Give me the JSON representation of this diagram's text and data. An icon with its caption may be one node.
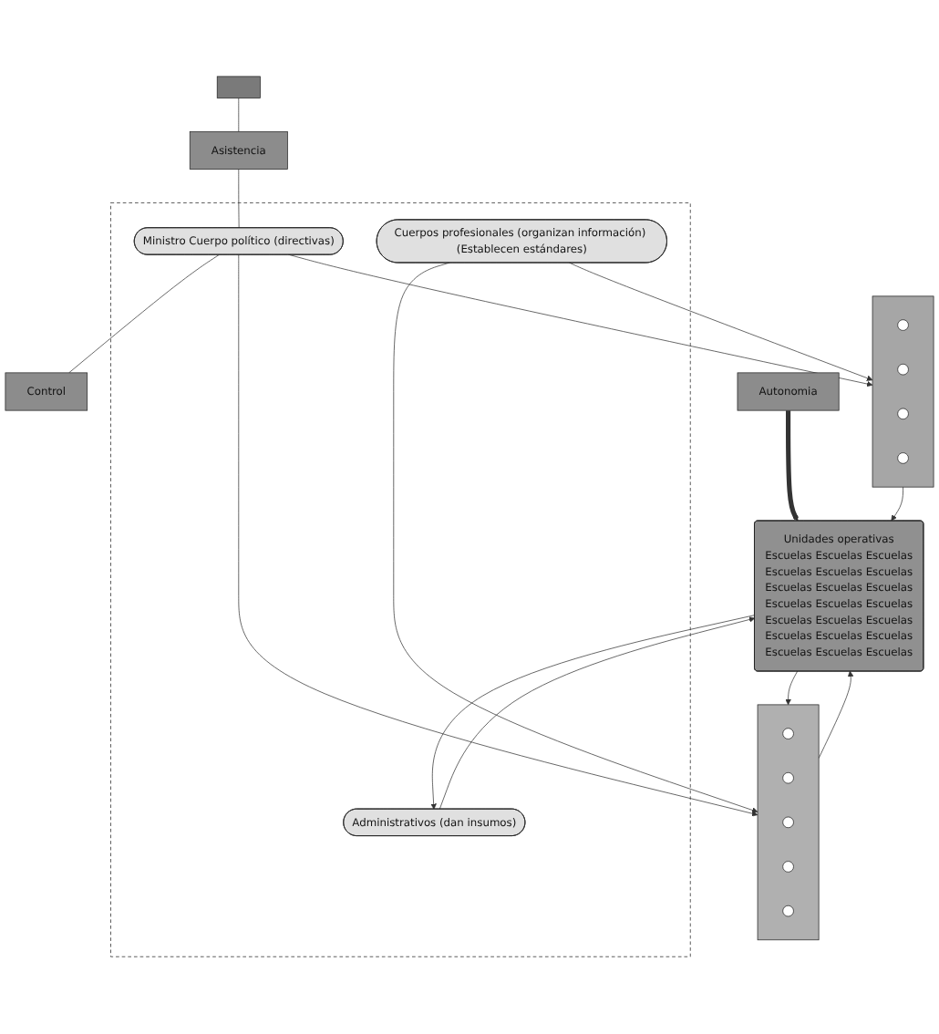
{
  "diagram": {
    "nodes": [
      {
        "text": [],
        "shape": "bar"
      },
      {
        "text": [
          "Asistencia"
        ]
      },
      {
        "text": [],
        "shape": "box"
      },
      {
        "text": [
          "Ministro Cuerpo político (directivas)"
        ],
        "in": 2
      },
      {
        "text": [
          "Cuerpos profesionales (organizan información) (Establecen estándares)"
        ],
        "in": 2
      },
      {
        "text": [
          "Administrativos (dan insumos)"
        ],
        "in": 2
      },
      {
        "text": [
          "Control"
        ]
      },
      {
        "text": [],
        "shape": "ellipse"
      },
      {
        "text": [],
        "shape": "circle",
        "in": 7
      },
      {
        "text": [],
        "shape": "circle",
        "in": 7
      },
      {
        "text": [],
        "shape": "circle",
        "in": 7
      },
      {
        "text": [],
        "shape": "circle",
        "in": 7
      },
      {
        "text": [],
        "shape": "circle",
        "in": 7
      },
      {
        "text": [],
        "shape": "ellipse"
      },
      {
        "text": [],
        "shape": "circle",
        "in": 13
      },
      {
        "text": [],
        "shape": "circle",
        "in": 13
      },
      {
        "text": [],
        "shape": "circle",
        "in": 13
      },
      {
        "text": [],
        "shape": "circle",
        "in": 13
      },
      {
        "text": [
          "Autonomia"
        ]
      },
      {
        "text": [
          "Unidades operativas",
          "Escuelas Escuelas Escuelas",
          "Escuelas Escuelas Escuelas",
          "Escuelas Escuelas Escuelas",
          "Escuelas Escuelas Escuelas",
          "Escuelas Escuelas Escuelas",
          "Escuelas Escuelas Escuelas",
          "Escuelas Escuelas Escuelas"
        ]
      }
    ],
    "edges": [
      {
        "from": 0,
        "to": 1,
        "arrow": "none"
      },
      {
        "from": 1,
        "to": 3,
        "arrow": "none"
      },
      {
        "from": 3,
        "to": 6,
        "arrow": "none"
      },
      {
        "from": 3,
        "to": 7,
        "arrow": "to"
      },
      {
        "from": 3,
        "to": 13,
        "arrow": "to"
      },
      {
        "from": 4,
        "to": 7,
        "arrow": "to"
      },
      {
        "from": 4,
        "to": 13,
        "arrow": "to"
      },
      {
        "from": 5,
        "to": 19,
        "arrow": "to"
      },
      {
        "from": 19,
        "to": 5,
        "arrow": "to"
      },
      {
        "from": 19,
        "to": 7,
        "arrow": "to"
      },
      {
        "from": 7,
        "to": 19,
        "arrow": "to"
      },
      {
        "from": 13,
        "to": 19,
        "arrow": "to"
      },
      {
        "from": 18,
        "to": 19,
        "arrow": "to",
        "style": "thick"
      }
    ]
  }
}
